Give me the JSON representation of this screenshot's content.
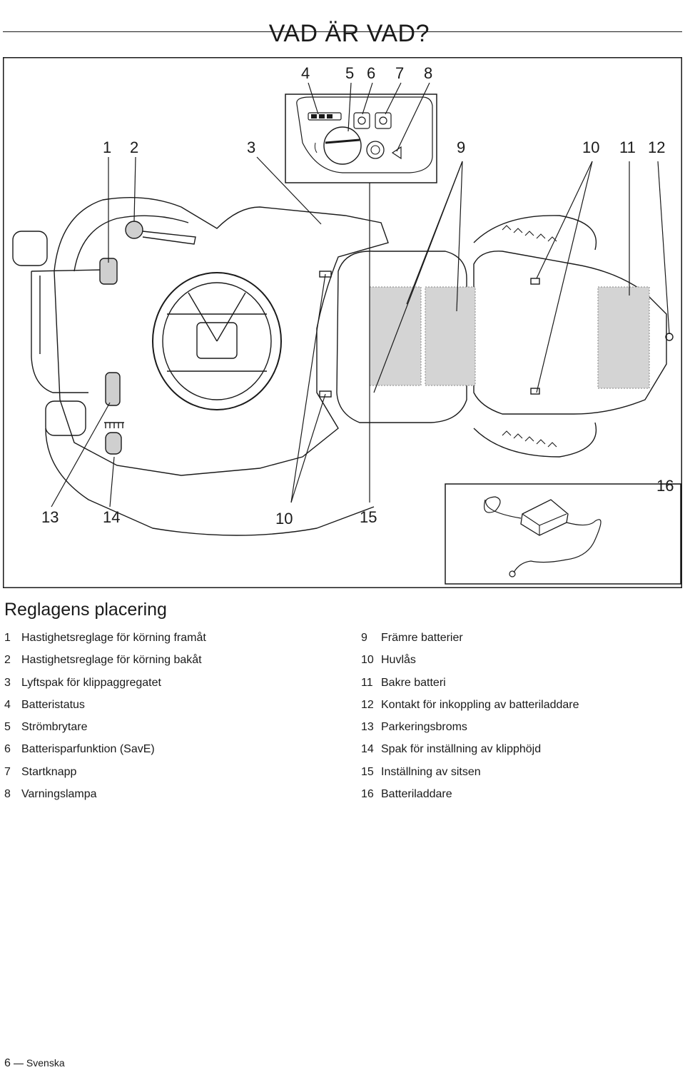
{
  "page": {
    "title": "VAD ÄR VAD?",
    "footer_page": "6",
    "footer_language": "Svenska"
  },
  "figure": {
    "callouts": {
      "c1": "1",
      "c2": "2",
      "c3": "3",
      "c4": "4",
      "c5": "5",
      "c6": "6",
      "c7": "7",
      "c8": "8",
      "c9": "9",
      "c10_top": "10",
      "c11": "11",
      "c12": "12",
      "c13": "13",
      "c14": "14",
      "c10_bottom": "10",
      "c15": "15",
      "c16": "16"
    }
  },
  "legend": {
    "heading": "Reglagens placering",
    "left": [
      {
        "num": "1",
        "label": "Hastighetsreglage för körning framåt"
      },
      {
        "num": "2",
        "label": "Hastighetsreglage för körning bakåt"
      },
      {
        "num": "3",
        "label": "Lyftspak för klippaggregatet"
      },
      {
        "num": "4",
        "label": "Batteristatus"
      },
      {
        "num": "5",
        "label": "Strömbrytare"
      },
      {
        "num": "6",
        "label": "Batterisparfunktion (SavE)"
      },
      {
        "num": "7",
        "label": "Startknapp"
      },
      {
        "num": "8",
        "label": "Varningslampa"
      }
    ],
    "right": [
      {
        "num": "9",
        "label": "Främre batterier"
      },
      {
        "num": "10",
        "label": "Huvlås"
      },
      {
        "num": "11",
        "label": "Bakre batteri"
      },
      {
        "num": "12",
        "label": "Kontakt för inkoppling av batteriladdare"
      },
      {
        "num": "13",
        "label": "Parkeringsbroms"
      },
      {
        "num": "14",
        "label": "Spak för inställning av klipphöjd"
      },
      {
        "num": "15",
        "label": "Inställning av sitsen"
      },
      {
        "num": "16",
        "label": "Batteriladdare"
      }
    ]
  }
}
